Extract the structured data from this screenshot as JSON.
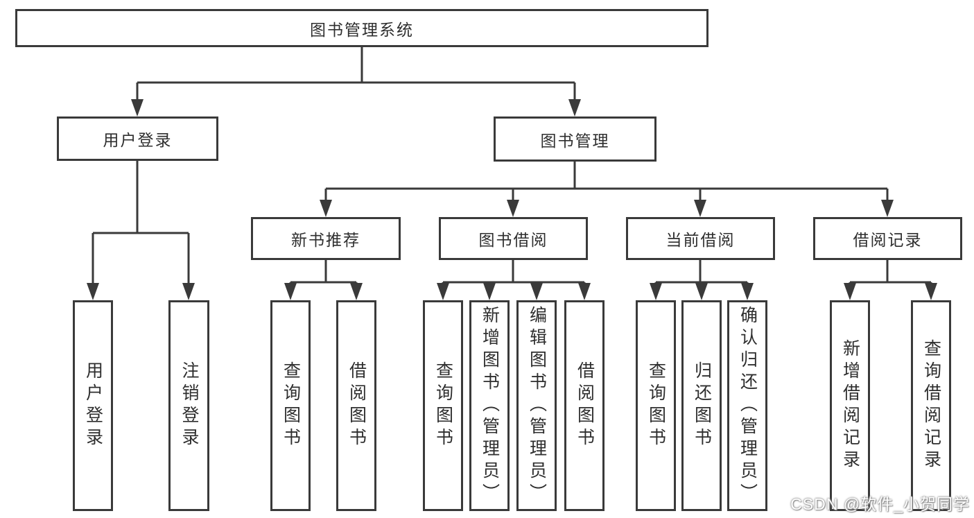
{
  "colors": {
    "line": "#3a3a3a",
    "box_border": "#3a3a3a",
    "text": "#2e2e2e",
    "background": "#ffffff",
    "watermark_text": "#ffffff"
  },
  "diagram": {
    "root": {
      "label": "图书管理系统"
    },
    "level2": [
      {
        "label": "用户登录"
      },
      {
        "label": "图书管理"
      }
    ],
    "level3": [
      {
        "label": "新书推荐"
      },
      {
        "label": "图书借阅"
      },
      {
        "label": "当前借阅"
      },
      {
        "label": "借阅记录"
      }
    ],
    "leaves": {
      "user_login": [
        {
          "label": "用户登录"
        },
        {
          "label": "注销登录"
        }
      ],
      "new_book_recommend": [
        {
          "label": "查询图书"
        },
        {
          "label": "借阅图书"
        }
      ],
      "book_borrow": [
        {
          "label": "查询图书"
        },
        {
          "label": "新增图书（管理员）"
        },
        {
          "label": "编辑图书（管理员）"
        },
        {
          "label": "借阅图书"
        }
      ],
      "current_borrow": [
        {
          "label": "查询图书"
        },
        {
          "label": "归还图书"
        },
        {
          "label": "确认归还（管理员）"
        }
      ],
      "borrow_record": [
        {
          "label": "新增借阅记录"
        },
        {
          "label": "查询借阅记录"
        }
      ]
    }
  },
  "watermark": {
    "text": "CSDN @软件_小贺同学"
  }
}
